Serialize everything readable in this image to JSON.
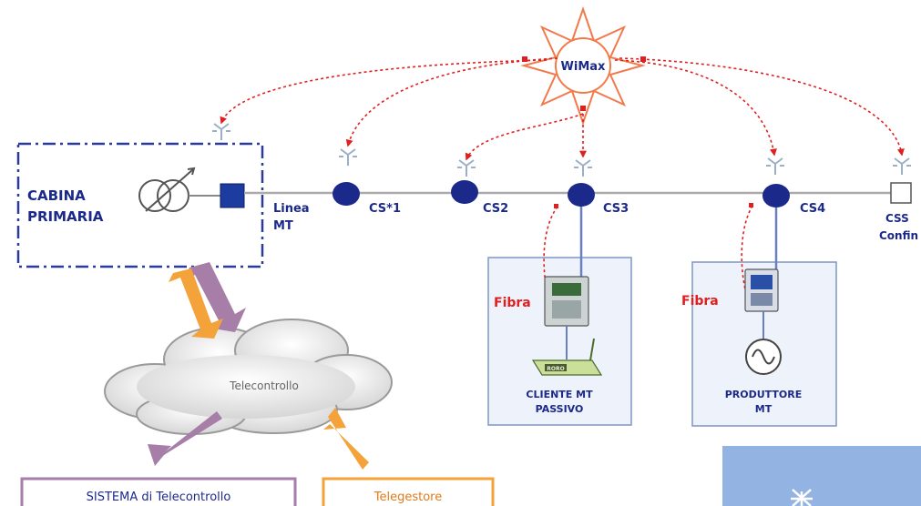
{
  "wimax": {
    "label": "WiMax"
  },
  "primary_cabin": {
    "line1": "CABINA",
    "line2": "PRIMARIA"
  },
  "line_mt": {
    "line1": "Linea",
    "line2": "MT"
  },
  "nodes": [
    {
      "label": "CS*1"
    },
    {
      "label": "CS2"
    },
    {
      "label": "CS3"
    },
    {
      "label": "CS4"
    },
    {
      "label_line1": "CSS",
      "label_line2": "Confin"
    }
  ],
  "cliente": {
    "fiber": "Fibra",
    "line1": "CLIENTE MT",
    "line2": "PASSIVO",
    "modem_text": "RORO"
  },
  "produttore": {
    "fiber": "Fibra",
    "line1": "PRODUTTORE",
    "line2": "MT"
  },
  "cloud": {
    "label": "Telecontrollo"
  },
  "boxes": {
    "sistema": "SISTEMA di Telecontrollo",
    "telegestore": "Telegestore"
  },
  "colors": {
    "node_blue": "#1b2a8a",
    "link_red": "#e02020",
    "arrow_purple": "#a67ea8",
    "arrow_orange": "#f4a23a",
    "sun": "#f27a4a",
    "panel_border": "#7f95c4",
    "bottom_right_tile": "#93b3e3"
  }
}
